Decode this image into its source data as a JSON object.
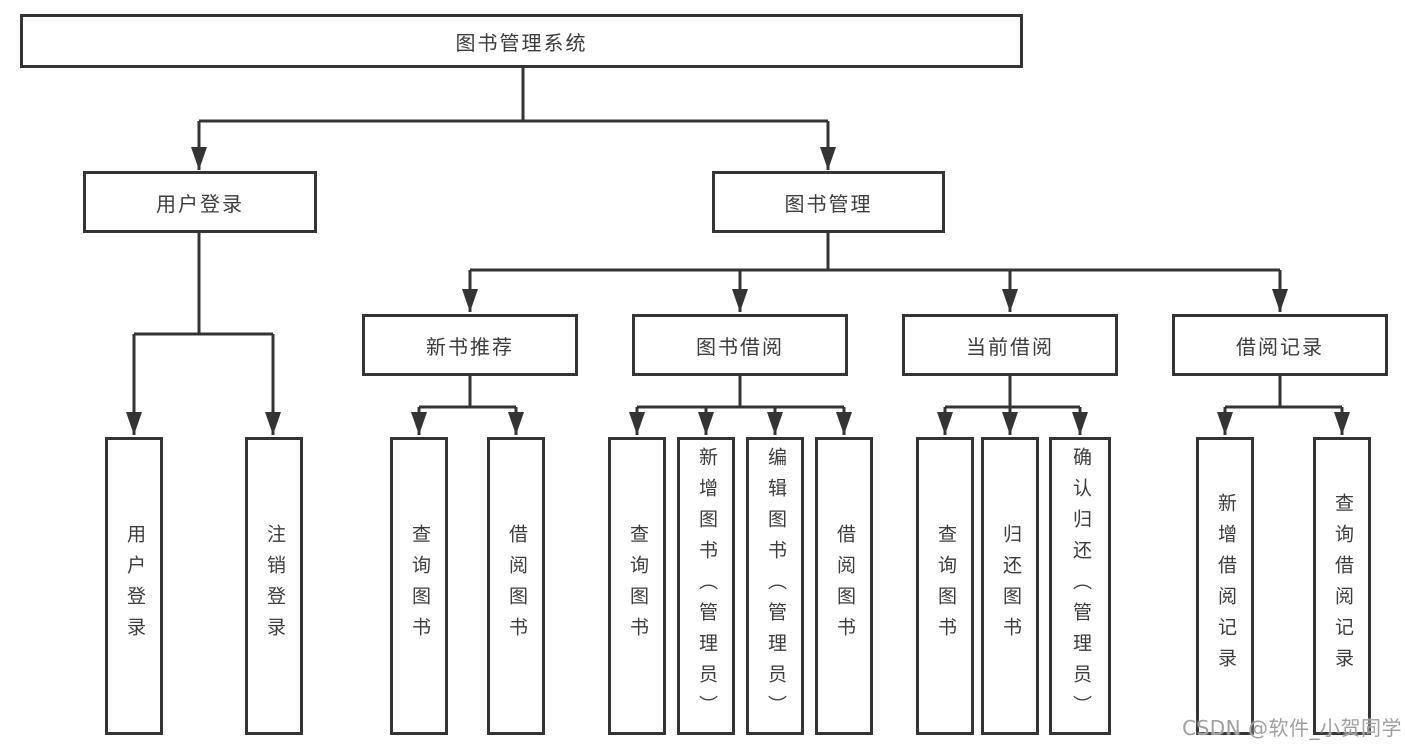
{
  "root": "图书管理系统",
  "login": {
    "label": "用户登录",
    "leaves": [
      "用户登录",
      "注销登录"
    ]
  },
  "management": {
    "label": "图书管理"
  },
  "groups": [
    {
      "label": "新书推荐",
      "leaves": [
        "查询图书",
        "借阅图书"
      ]
    },
    {
      "label": "图书借阅",
      "leaves": [
        "查询图书",
        "新增图书（管理员）",
        "编辑图书（管理员）",
        "借阅图书"
      ]
    },
    {
      "label": "当前借阅",
      "leaves": [
        "查询图书",
        "归还图书",
        "确认归还（管理员）"
      ]
    },
    {
      "label": "借阅记录",
      "leaves": [
        "新增借阅记录",
        "查询借阅记录"
      ]
    }
  ],
  "watermark": "CSDN @软件_小贺同学",
  "colors": {
    "line": "#343434",
    "text": "#3c3c3c",
    "background": "#ffffff",
    "watermark": "#a0a0a0"
  }
}
